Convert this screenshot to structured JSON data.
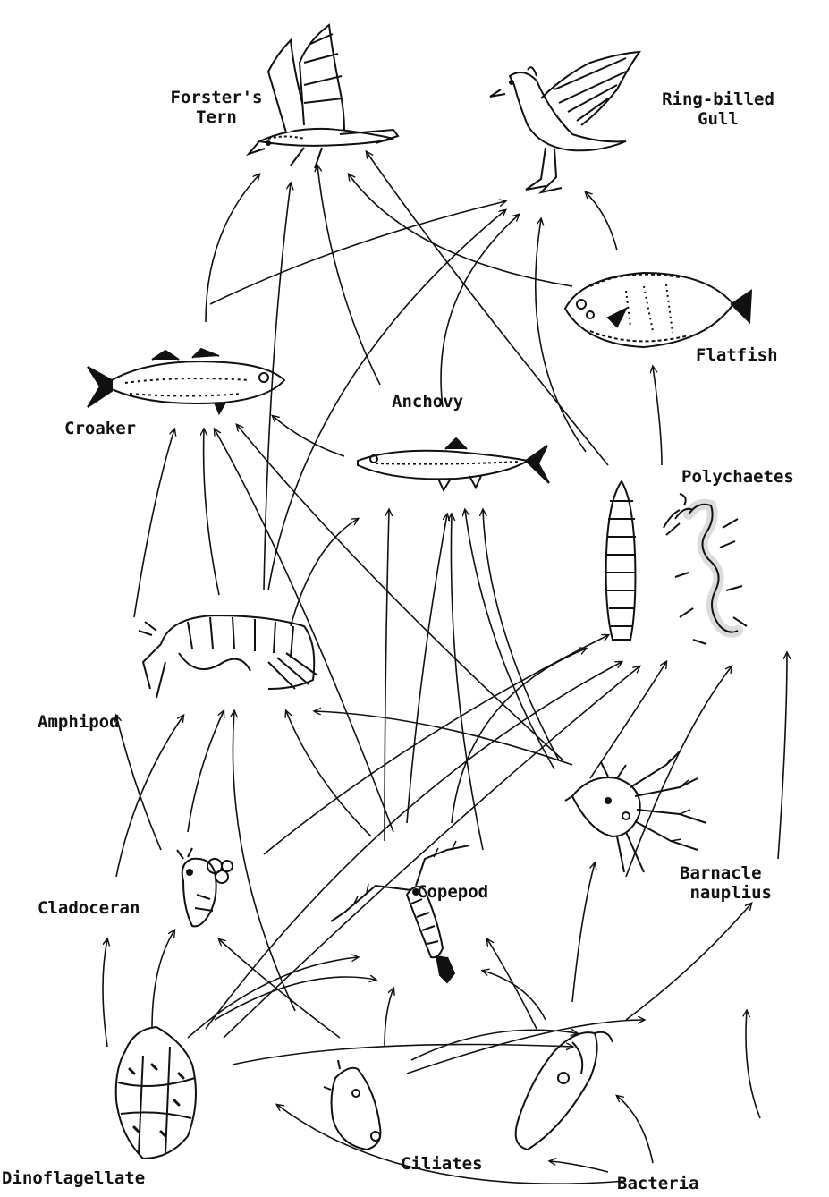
{
  "organisms": {
    "forsters_tern": "Forster's\nTern",
    "ring_billed_gull": "Ring-billed\nGull",
    "flatfish": "Flatfish",
    "anchovy": "Anchovy",
    "croaker": "Croaker",
    "polychaetes": "Polychaetes",
    "amphipod": "Amphipod",
    "cladoceran": "Cladoceran",
    "copepod": "Copepod",
    "barnacle_nauplius": "Barnacle\n nauplius",
    "dinoflagellate": "Dinoflagellate",
    "ciliates": "Ciliates",
    "bacteria": "Bacteria"
  },
  "colors": {
    "ink": "#111111",
    "paper": "#ffffff"
  }
}
